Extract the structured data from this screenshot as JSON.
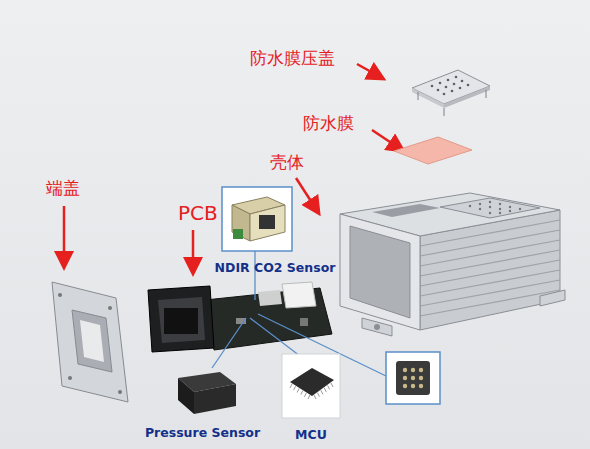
{
  "diagram": {
    "nodes": [
      {
        "text": [
          "NDIR CO2 Sensor"
        ]
      },
      {
        "text": [
          "Pressure Sensor"
        ]
      },
      {
        "text": [
          "MCU"
        ]
      }
    ],
    "labels": [
      "防水膜压盖",
      "防水膜",
      "壳体",
      "端盖",
      "PCB"
    ]
  }
}
